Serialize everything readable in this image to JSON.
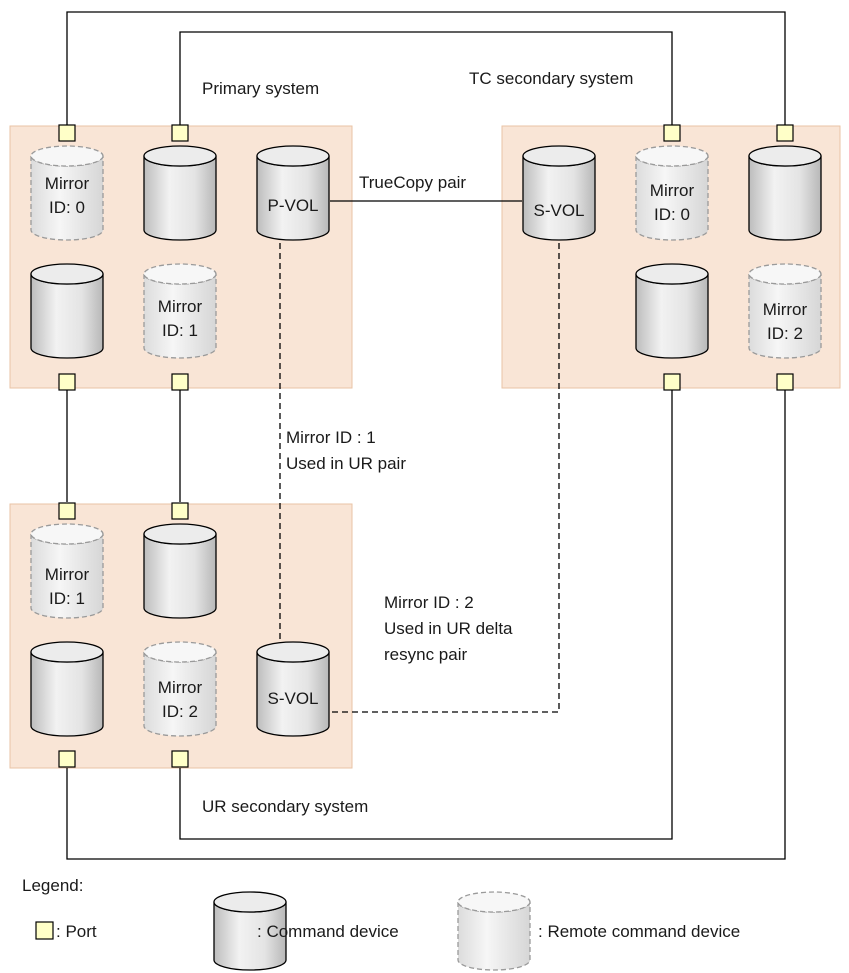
{
  "colors": {
    "system_fill": "#f9e5d6",
    "system_stroke": "#e9c3a5",
    "port_fill": "#ffffc8",
    "cylinder_fill": "#e6e6e6",
    "remote_fill": "#ededed",
    "line": "#000000"
  },
  "systems": {
    "primary": {
      "title": "Primary system"
    },
    "tc": {
      "title": "TC secondary system"
    },
    "ur": {
      "title": "UR secondary system"
    }
  },
  "volumes": {
    "primary_pvol": "P-VOL",
    "tc_svol": "S-VOL",
    "ur_svol": "S-VOL"
  },
  "remote_devices": {
    "primary_mirror0": {
      "line1": "Mirror",
      "line2": "ID: 0"
    },
    "primary_mirror1": {
      "line1": "Mirror",
      "line2": "ID: 1"
    },
    "tc_mirror0": {
      "line1": "Mirror",
      "line2": "ID: 0"
    },
    "tc_mirror2": {
      "line1": "Mirror",
      "line2": "ID: 2"
    },
    "ur_mirror1": {
      "line1": "Mirror",
      "line2": "ID: 1"
    },
    "ur_mirror2": {
      "line1": "Mirror",
      "line2": "ID: 2"
    }
  },
  "annotations": {
    "truecopy_pair": "TrueCopy pair",
    "ur_pair_line1": "Mirror ID : 1",
    "ur_pair_line2": "Used in UR pair",
    "delta_line1": "Mirror ID : 2",
    "delta_line2": "Used in UR delta",
    "delta_line3": "resync pair"
  },
  "legend": {
    "title": "Legend:",
    "port": ": Port",
    "command_device": ": Command device",
    "remote_command_device": ": Remote command device"
  }
}
